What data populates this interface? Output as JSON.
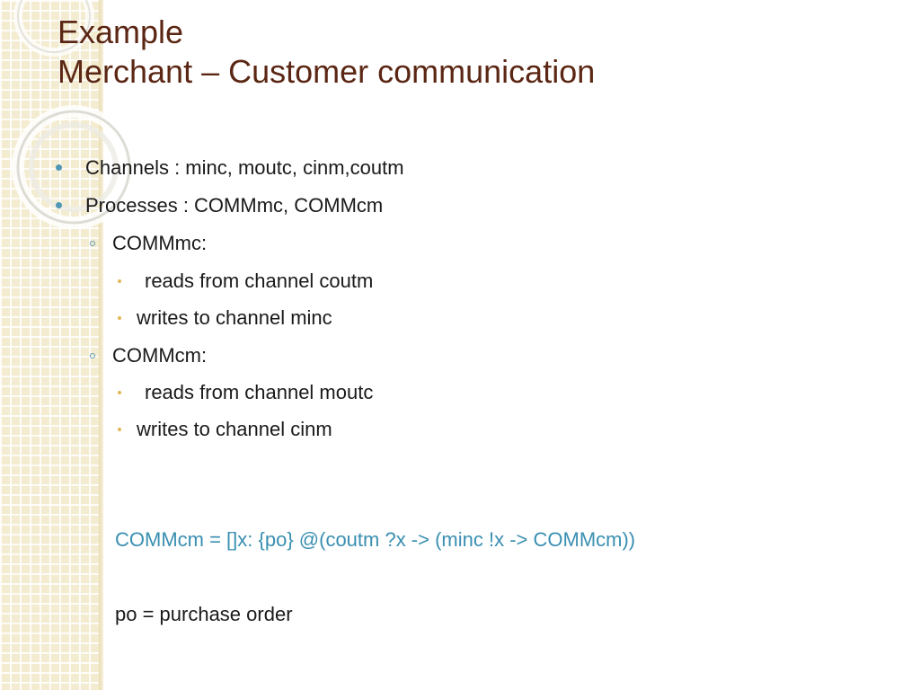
{
  "title": {
    "line1": "Example",
    "line2": "Merchant – Customer communication"
  },
  "bullets": {
    "channels": "Channels : minc, moutc, cinm,coutm",
    "processes": "Processes : COMMmc, COMMcm",
    "commmc": {
      "label": "COMMmc:",
      "reads": "reads from channel coutm",
      "writes": "writes to channel minc"
    },
    "commcm": {
      "label": "COMMcm:",
      "reads": "reads from channel moutc",
      "writes": "writes to channel cinm"
    }
  },
  "formula": "COMMcm = []x: {po} @(coutm ?x -> (minc !x -> COMMcm))",
  "definition": "po = purchase order",
  "colors": {
    "title": "#5b2714",
    "level1_bullet": "#4f97b3",
    "level3_bullet": "#e2b857",
    "formula": "#3a8fb1"
  }
}
